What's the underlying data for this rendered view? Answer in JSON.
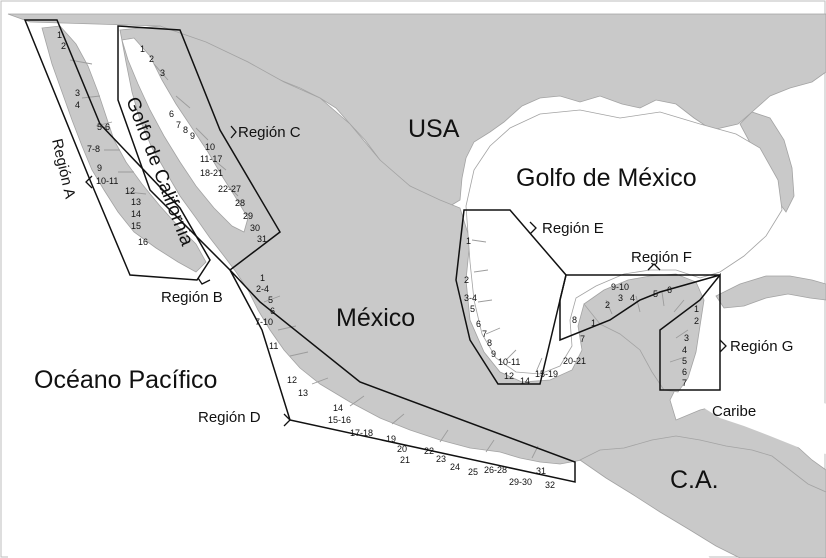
{
  "map": {
    "countries": {
      "usa": "USA",
      "mexico": "México",
      "central_america": "C.A."
    },
    "water_bodies": {
      "gulf_of_mexico": "Golfo de México",
      "gulf_of_california": "Golfo de California",
      "pacific_ocean": "Océano Pacífico",
      "caribbean": "Caribe"
    },
    "regions": {
      "a": "Región A",
      "b": "Región B",
      "c": "Región C",
      "d": "Región D",
      "e": "Región E",
      "f": "Región F",
      "g": "Región G"
    },
    "site_labels": {
      "region_a": [
        "1",
        "2",
        "3",
        "4",
        "5-6",
        "7-8",
        "9",
        "10-11",
        "12",
        "13",
        "14",
        "15",
        "16"
      ],
      "region_c": [
        "1",
        "2",
        "3",
        "6",
        "7",
        "8",
        "9",
        "10",
        "11-17",
        "18-21",
        "22-27",
        "28",
        "29",
        "30",
        "31"
      ],
      "region_d": [
        "1",
        "2-4",
        "5",
        "6",
        "7-10",
        "11",
        "12",
        "13",
        "14",
        "15-16",
        "17-18",
        "19",
        "20",
        "21",
        "22",
        "23",
        "24",
        "25",
        "26-28",
        "29-30",
        "31",
        "32"
      ],
      "region_e": [
        "1",
        "2",
        "3-4",
        "5",
        "6",
        "7",
        "8",
        "9",
        "10-11",
        "12",
        "14",
        "15-19",
        "20-21"
      ],
      "region_f": [
        "9-10",
        "2",
        "3",
        "4",
        "5",
        "6",
        "8",
        "1",
        "7"
      ],
      "region_g": [
        "1",
        "2",
        "3",
        "4",
        "5",
        "6",
        "7"
      ]
    }
  }
}
